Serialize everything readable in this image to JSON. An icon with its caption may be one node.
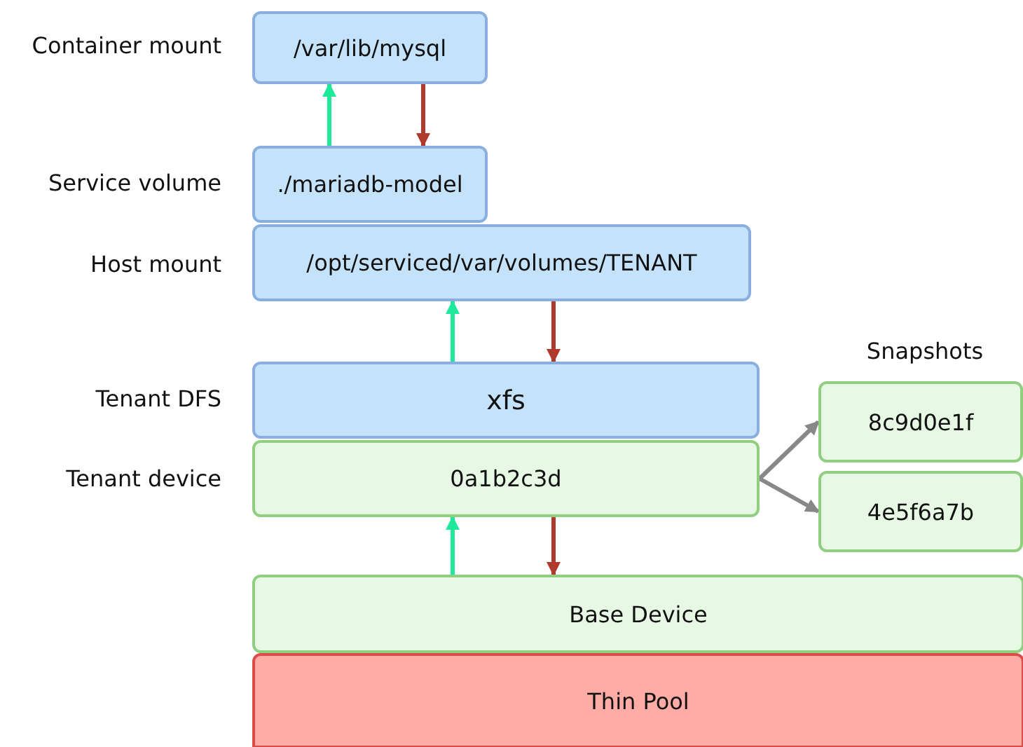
{
  "diagram": {
    "nodes": [
      {
        "text": [
          "/var/lib/mysql"
        ]
      },
      {
        "text": [
          "./mariadb-model"
        ]
      },
      {
        "text": [
          "/opt/serviced/var/volumes/TENANT"
        ]
      },
      {
        "text": [
          "xfs"
        ]
      },
      {
        "text": [
          "0a1b2c3d"
        ]
      },
      {
        "text": [
          "8c9d0e1f"
        ]
      },
      {
        "text": [
          "4e5f6a7b"
        ]
      },
      {
        "text": [
          "Base Device"
        ]
      },
      {
        "text": [
          "Thin Pool"
        ]
      }
    ],
    "edges": [
      {
        "from": 1,
        "to": 0,
        "arrow": "to",
        "color": "#1ee89a"
      },
      {
        "from": 0,
        "to": 1,
        "arrow": "to",
        "color": "#b03a2e"
      },
      {
        "from": 3,
        "to": 2,
        "arrow": "to",
        "color": "#1ee89a"
      },
      {
        "from": 2,
        "to": 3,
        "arrow": "to",
        "color": "#b03a2e"
      },
      {
        "from": 7,
        "to": 4,
        "arrow": "to",
        "color": "#1ee89a"
      },
      {
        "from": 4,
        "to": 7,
        "arrow": "to",
        "color": "#b03a2e"
      },
      {
        "from": 4,
        "to": 5,
        "arrow": "to",
        "color": "#888888"
      },
      {
        "from": 4,
        "to": 6,
        "arrow": "to",
        "color": "#888888"
      }
    ],
    "labels": [
      "Container mount",
      "Service volume",
      "Host mount",
      "Tenant DFS",
      "Tenant device",
      "Snapshots"
    ]
  }
}
